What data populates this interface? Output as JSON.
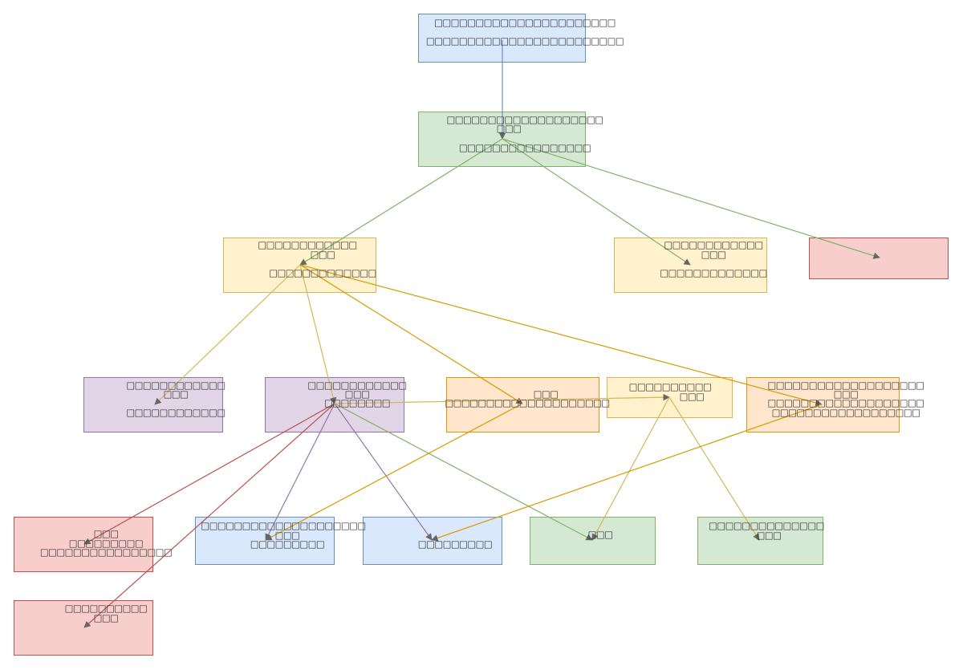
{
  "colors": {
    "blue": {
      "fill": "#dae8fc",
      "stroke": "#6c8ebf"
    },
    "green": {
      "fill": "#d5e8d4",
      "stroke": "#82b366"
    },
    "yellow": {
      "fill": "#fff2cc",
      "stroke": "#d6b656"
    },
    "red": {
      "fill": "#f8cecc",
      "stroke": "#b85450"
    },
    "purple": {
      "fill": "#e1d5e7",
      "stroke": "#9673a6"
    },
    "orange": {
      "fill": "#ffe6cc",
      "stroke": "#d79b00"
    },
    "arrowhead": "#666666"
  },
  "nodes": [
    {
      "id": "n1",
      "color": "blue",
      "lines": [
        "□□□□□□□□□□□□□□□□□□□□□□",
        "□□□□□□□□□□□□□□□□□□□□□□□□"
      ]
    },
    {
      "id": "n2",
      "color": "green",
      "lines": [
        "□□□□□□□□□□□□□□□□□□□",
        "□□□",
        "□□□□□□□□□□□□□□□□"
      ]
    },
    {
      "id": "n3",
      "color": "yellow",
      "lines": [
        "□□□□□□□□□□□□",
        "□□□",
        "□□□□□□□□□□□□□"
      ]
    },
    {
      "id": "n4",
      "color": "yellow",
      "lines": [
        "□□□□□□□□□□□□",
        "□□□",
        "□□□□□□□□□□□□□"
      ]
    },
    {
      "id": "n5",
      "color": "red",
      "lines": []
    },
    {
      "id": "n6",
      "color": "purple",
      "lines": [
        "□□□□□□□□□□□□",
        "□□□",
        "□□□□□□□□□□□□"
      ]
    },
    {
      "id": "n7",
      "color": "purple",
      "lines": [
        "□□□□□□□□□□□□",
        "□□□",
        "□□□□□□□□"
      ]
    },
    {
      "id": "n8",
      "color": "orange",
      "lines": [
        "□□□",
        "□□□□□□□□□□□□□□□□□□□□"
      ]
    },
    {
      "id": "n9",
      "color": "yellow",
      "lines": [
        "□□□□□□□□□□",
        "□□□"
      ]
    },
    {
      "id": "n10",
      "color": "orange",
      "lines": [
        "□□□□□□□□□□□□□□□□□□□",
        "□□□",
        "□□□□□□□□□□□□□□□□□□□",
        "□□□□□□□□□□□□□□□□□□"
      ]
    },
    {
      "id": "n11",
      "color": "red",
      "lines": [
        "□□□",
        "□□□□□□□□□",
        "□□□□□□□□□□□□□□□□"
      ]
    },
    {
      "id": "n12",
      "color": "blue",
      "lines": [
        "□□□□□□□□□□□□□□□□□□□□",
        "□□□",
        "□□□□□□□□□"
      ]
    },
    {
      "id": "n13",
      "color": "blue",
      "lines": [
        "□□□□□□□□□"
      ]
    },
    {
      "id": "n14",
      "color": "green",
      "lines": [
        "□□□"
      ]
    },
    {
      "id": "n15",
      "color": "green",
      "lines": [
        "□□□□□□□□□□□□□□",
        "□□□"
      ]
    },
    {
      "id": "n16",
      "color": "red",
      "lines": [
        "□□□□□□□□□□",
        "□□□"
      ]
    }
  ],
  "edges": [
    {
      "from": "n1",
      "to": "n2",
      "color": "blue"
    },
    {
      "from": "n2",
      "to": "n3",
      "color": "green"
    },
    {
      "from": "n2",
      "to": "n4",
      "color": "green"
    },
    {
      "from": "n2",
      "to": "n5",
      "color": "green"
    },
    {
      "from": "n3",
      "to": "n6",
      "color": "yellow"
    },
    {
      "from": "n3",
      "to": "n7",
      "color": "yellow"
    },
    {
      "from": "n3",
      "to": "n8",
      "color": "orange"
    },
    {
      "from": "n3",
      "to": "n10",
      "color": "orange"
    },
    {
      "from": "n7",
      "to": "n11",
      "color": "red"
    },
    {
      "from": "n7",
      "to": "n16",
      "color": "red"
    },
    {
      "from": "n7",
      "to": "n12",
      "color": "purple"
    },
    {
      "from": "n7",
      "to": "n13",
      "color": "purple"
    },
    {
      "from": "n7",
      "to": "n14",
      "color": "green"
    },
    {
      "from": "n7",
      "to": "n9",
      "color": "yellow"
    },
    {
      "from": "n8",
      "to": "n12",
      "color": "orange"
    },
    {
      "from": "n9",
      "to": "n14",
      "color": "yellow"
    },
    {
      "from": "n9",
      "to": "n15",
      "color": "yellow"
    },
    {
      "from": "n10",
      "to": "n13",
      "color": "orange"
    }
  ]
}
